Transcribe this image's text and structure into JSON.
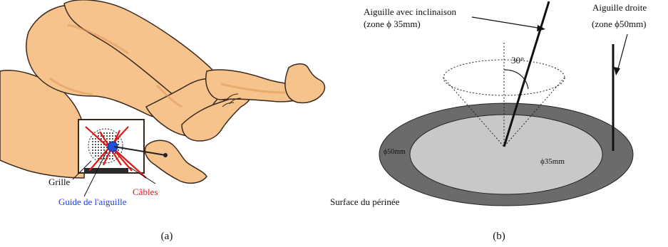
{
  "panel_a": {
    "label_grille": "Grille",
    "label_guide": "Guide de l'aiguille",
    "label_cables": "Câbles",
    "caption": "(a)",
    "colors": {
      "skin": "#f6c38c",
      "skin_shadow": "#e0955a",
      "skin_outline": "#3a2a1e",
      "cables": "#e01818",
      "guide": "#1f4fd8",
      "guide_text": "#1f3fe0",
      "cables_text": "#e01818"
    }
  },
  "panel_b": {
    "label_needle_tilt_line1": "Aiguille avec inclinaison",
    "label_needle_tilt_line2": "(zone ϕ 35mm)",
    "label_needle_straight_line1": "Aiguille droite",
    "label_needle_straight_line2": "(zone  ϕ50mm)",
    "label_angle": "30°",
    "label_outer": "ϕ50mm",
    "label_inner": "ϕ35mm",
    "label_surface": "Surface du périnée",
    "caption": "(b)",
    "colors": {
      "outer_ring": "#6b6b6b",
      "inner_disc": "#c8c8c8"
    }
  }
}
